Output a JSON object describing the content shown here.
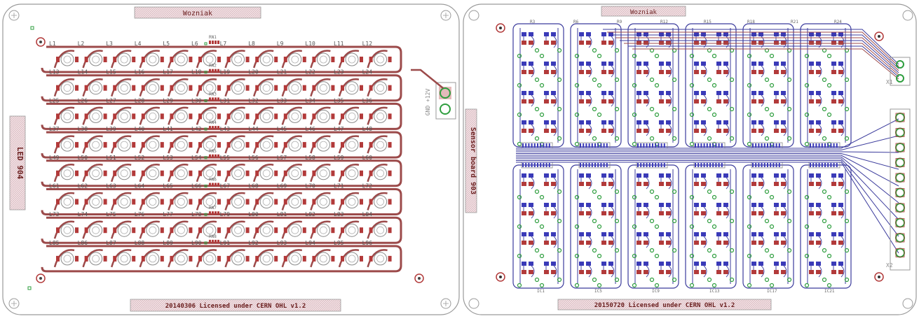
{
  "colors": {
    "board_outline": "#9a9a9a",
    "copper_top": "#9c4a4a",
    "copper_bottom": "#3b3b9c",
    "silkscreen": "#8a8a8a",
    "label_fill": "#efd9dc",
    "via": "#2e9e3e",
    "pad_red": "#b23a3a",
    "pad_blue": "#3a3ab8",
    "mark": "#6a1e1e"
  },
  "left_board": {
    "top_mark": "Wozniak",
    "side_label": "LED 904",
    "bottom_label": "20140306 Licensed under CERN OHL v1.2",
    "connector_label": "GND +12V",
    "led_labels": [
      [
        "L1",
        "L2",
        "L3",
        "L4",
        "L5",
        "L6",
        "L7",
        "L8",
        "L9",
        "L10",
        "L11",
        "L12"
      ],
      [
        "L13",
        "L14",
        "L15",
        "L16",
        "L17",
        "L18",
        "L19",
        "L20",
        "L21",
        "L22",
        "L23",
        "L24"
      ],
      [
        "L25",
        "L26",
        "L27",
        "L28",
        "L29",
        "L30",
        "L31",
        "L32",
        "L33",
        "L34",
        "L35",
        "L36"
      ],
      [
        "L37",
        "L38",
        "L39",
        "L40",
        "L41",
        "L42",
        "L43",
        "L44",
        "L45",
        "L46",
        "L47",
        "L48"
      ],
      [
        "L49",
        "L50",
        "L51",
        "L52",
        "L53",
        "L54",
        "L55",
        "L56",
        "L57",
        "L58",
        "L59",
        "L60"
      ],
      [
        "L61",
        "L62",
        "L63",
        "L64",
        "L65",
        "L66",
        "L67",
        "L68",
        "L69",
        "L70",
        "L71",
        "L72"
      ],
      [
        "L73",
        "L74",
        "L75",
        "L76",
        "L77",
        "L78",
        "L79",
        "L80",
        "L81",
        "L82",
        "L83",
        "L84"
      ],
      [
        "L85",
        "L86",
        "L87",
        "L88",
        "L89",
        "L90",
        "L91",
        "L92",
        "L93",
        "L94",
        "L95",
        "L96"
      ]
    ],
    "resistor_labels": [
      "RN1",
      "RN2",
      "RN3",
      "RN4",
      "RN5",
      "RN6",
      "RN7",
      "RN8"
    ]
  },
  "right_board": {
    "top_mark": "Wozniak",
    "side_label": "Sensor board 903",
    "bottom_label": "20150720 Licensed under CERN OHL v1.2",
    "connector_labels": [
      "X1",
      "X2"
    ],
    "top_block_labels": [
      "R3",
      "R6",
      "R9",
      "R12",
      "R15",
      "R18",
      "R21",
      "R24"
    ],
    "ic_labels": [
      "IC1",
      "IC5",
      "IC9",
      "IC13",
      "IC17",
      "IC21"
    ]
  }
}
